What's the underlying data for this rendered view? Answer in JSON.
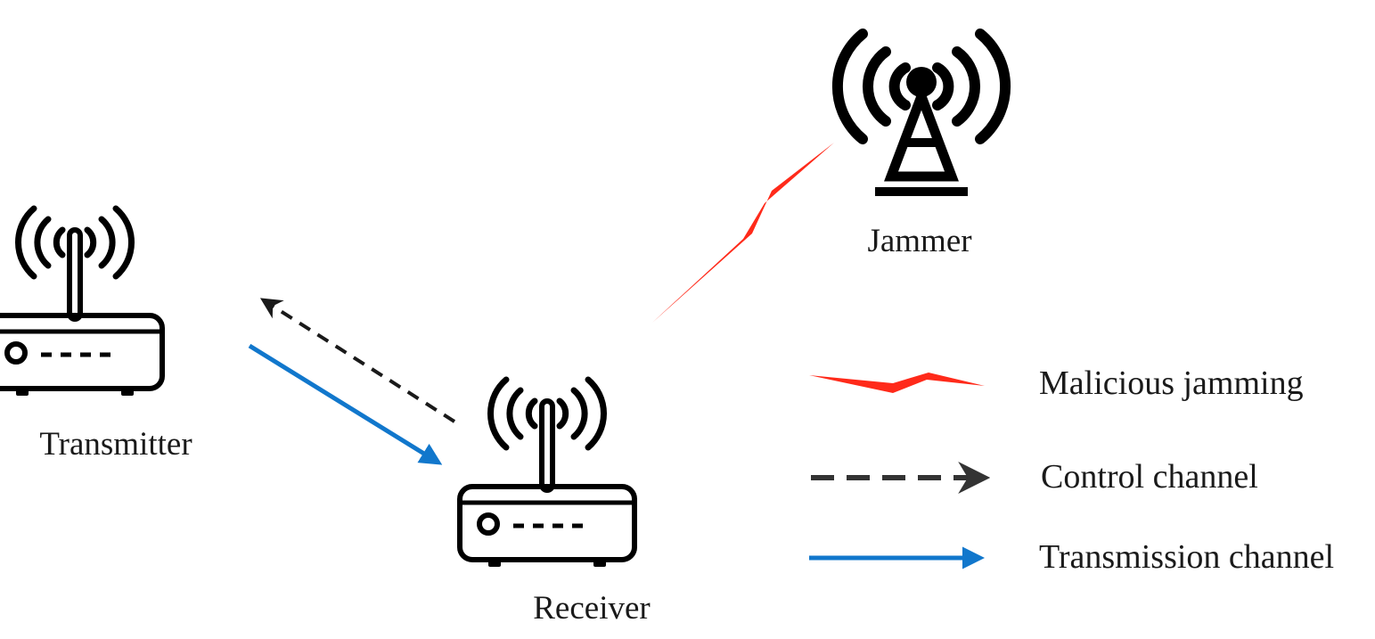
{
  "nodes": {
    "transmitter": {
      "label": "Transmitter",
      "icon": "wifi-router-icon"
    },
    "receiver": {
      "label": "Receiver",
      "icon": "wifi-router-icon"
    },
    "jammer": {
      "label": "Jammer",
      "icon": "radio-tower-icon"
    }
  },
  "legend": [
    {
      "key": "jamming",
      "label": "Malicious jamming",
      "color": "#ff2a1a",
      "icon": "lightning-zigzag-icon"
    },
    {
      "key": "control",
      "label": "Control channel",
      "color": "#333333",
      "icon": "dashed-arrow-icon"
    },
    {
      "key": "transmission",
      "label": "Transmission channel",
      "color": "#1177cc",
      "icon": "solid-arrow-icon"
    }
  ],
  "colors": {
    "ink": "#000000",
    "jamming": "#ff2a1a",
    "control": "#1a1a1a",
    "transmission": "#1177cc"
  }
}
